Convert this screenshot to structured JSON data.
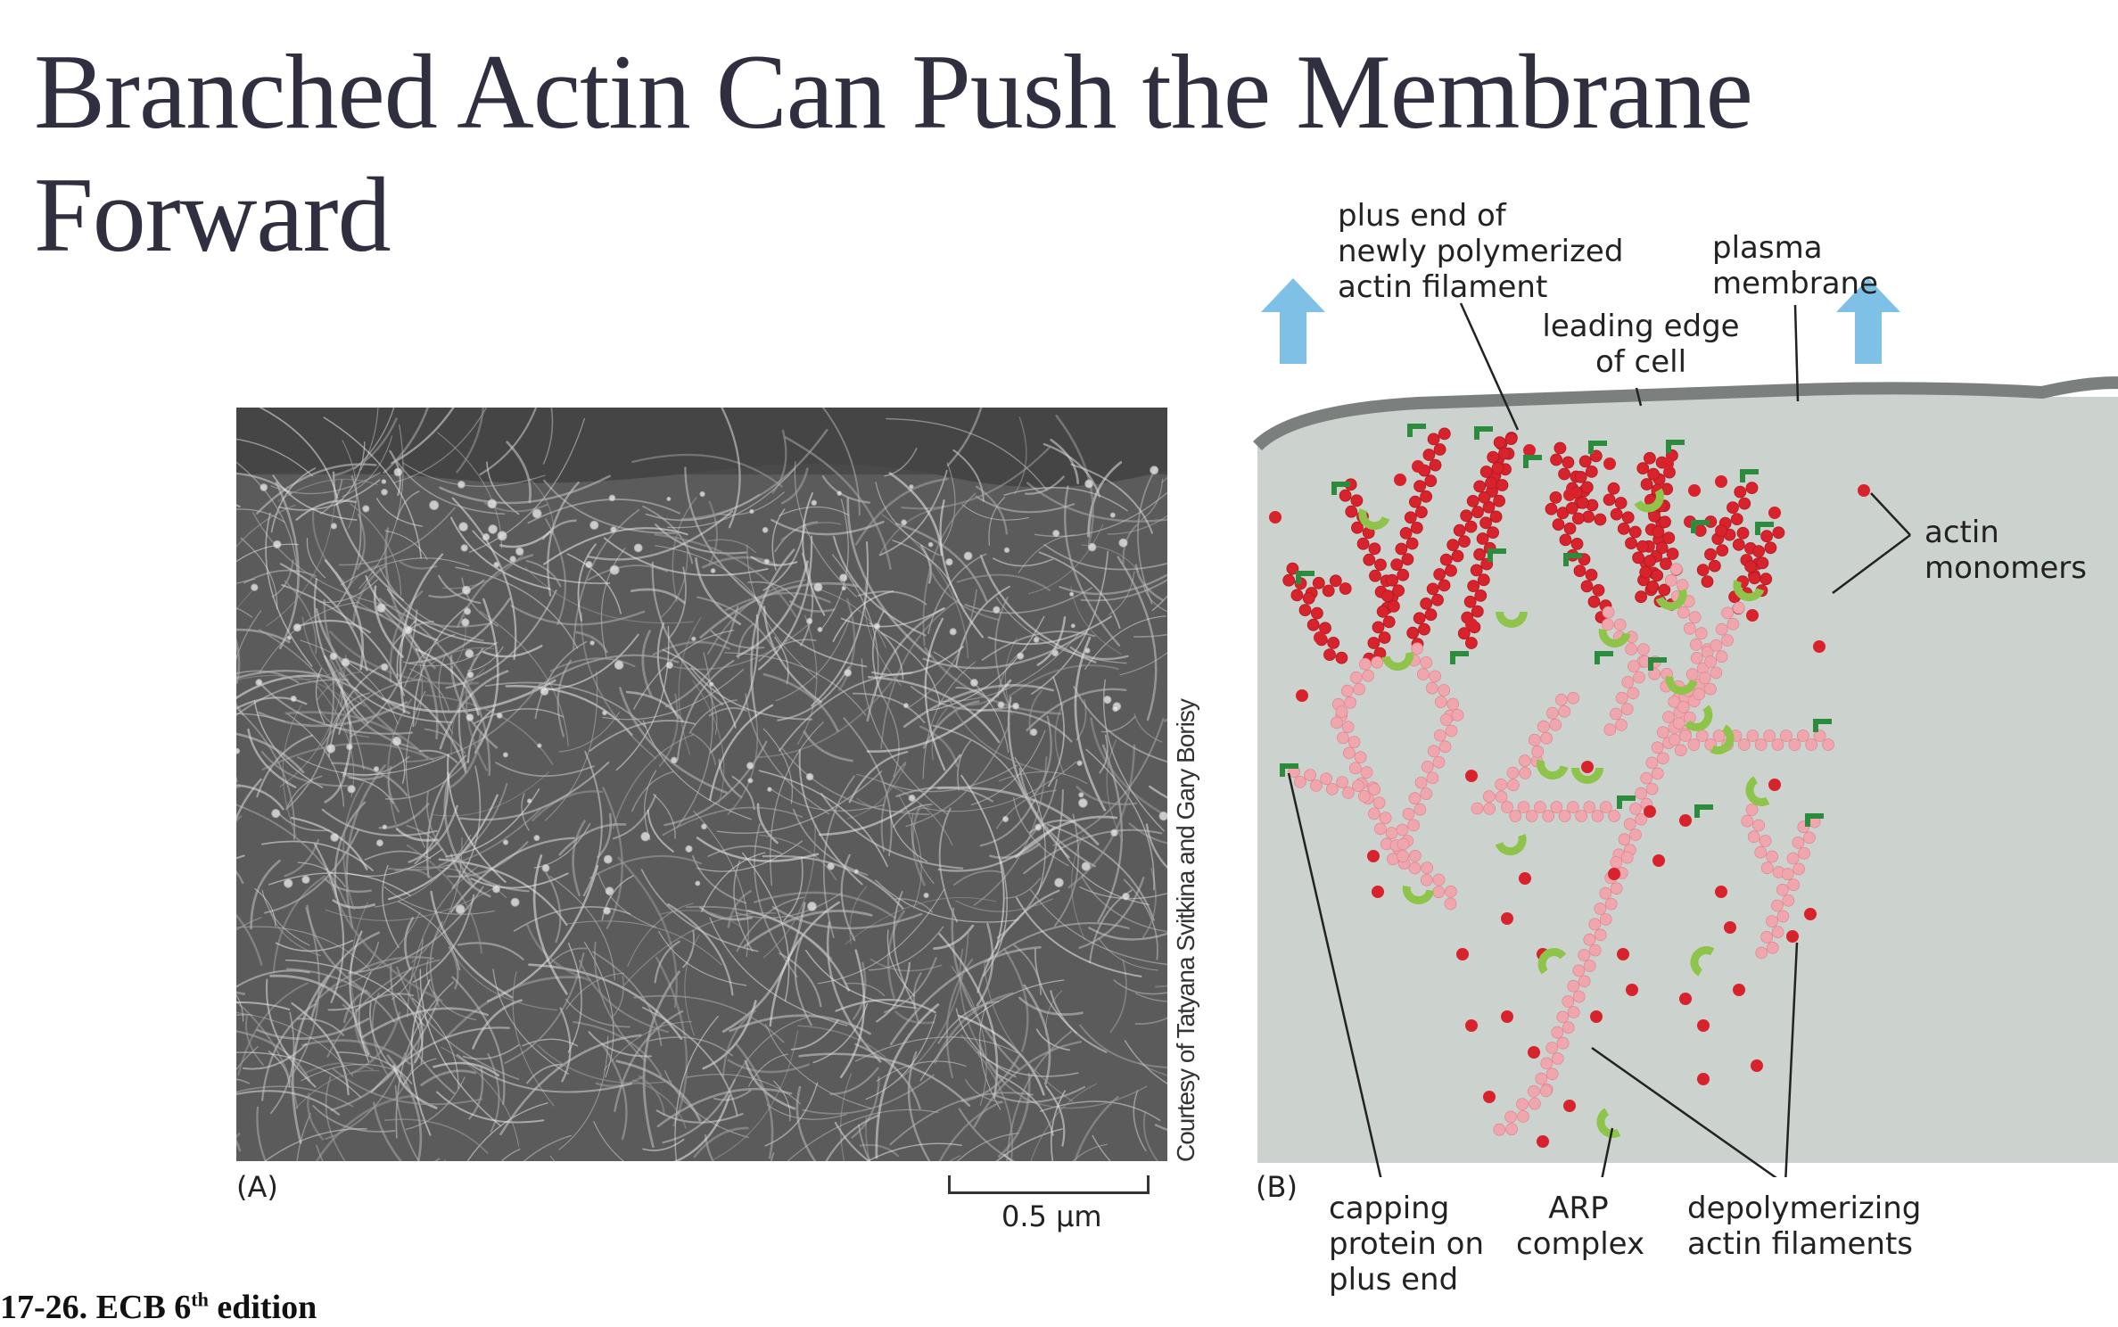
{
  "slide": {
    "title": "Branched Actin Can Push the Membrane Forward",
    "caption_prefix": "17-26. ECB 6",
    "caption_sup": "th",
    "caption_suffix": " edition"
  },
  "micrograph": {
    "panel_label": "(A)",
    "scale_label": "0.5 µm",
    "credit": "Courtesy of Tatyana Svitkina and Gary Borisy"
  },
  "diagram": {
    "panel_label": "(B)",
    "labels": {
      "plus_end_1": "plus end of",
      "plus_end_2": "newly polymerized",
      "plus_end_3": "actin filament",
      "plasma_1": "plasma",
      "plasma_2": "membrane",
      "leading_1": "leading edge",
      "leading_2": "of cell",
      "actin_1": "actin",
      "actin_2": "monomers",
      "capping_1": "capping",
      "capping_2": "protein on",
      "capping_3": "plus end",
      "arp_1": "ARP",
      "arp_2": "complex",
      "depoly_1": "depolymerizing",
      "depoly_2": "actin filaments"
    },
    "colors": {
      "cytoplasm": "#ccd3cf",
      "membrane": "#7b807e",
      "new_actin": "#d8222c",
      "old_actin": "#f0a6ad",
      "arp": "#8fc44a",
      "cap": "#2c8b3c",
      "arrow": "#7ec0e6"
    }
  }
}
